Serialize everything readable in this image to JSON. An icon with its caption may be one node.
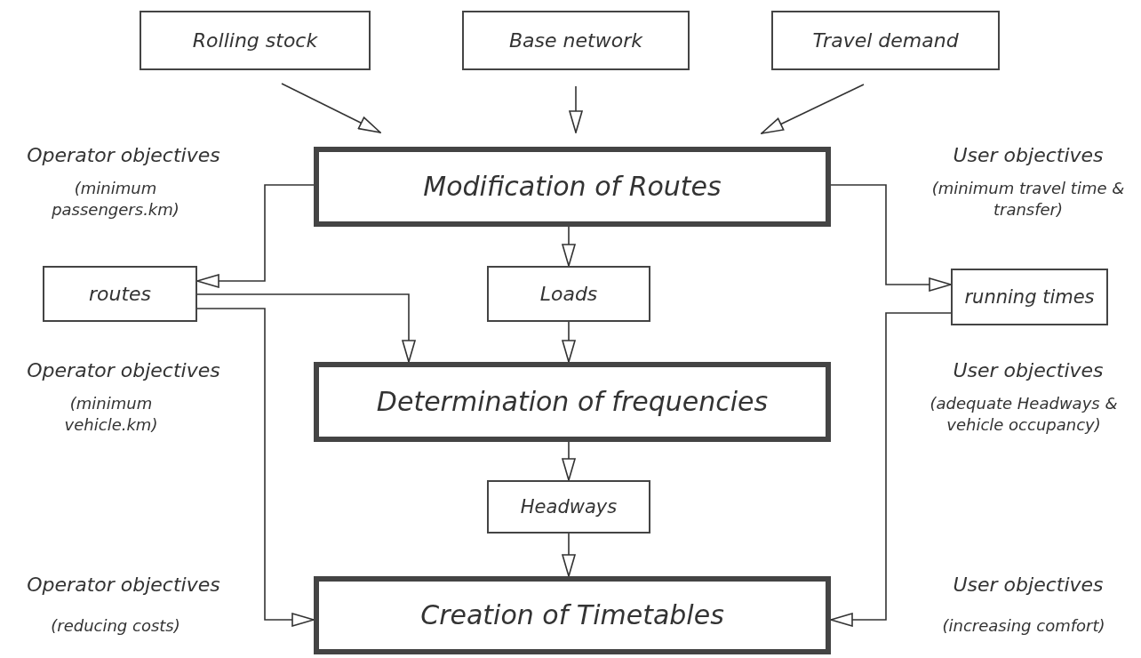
{
  "diagram": {
    "nodes": [
      {
        "text": [
          "Rolling stock"
        ]
      },
      {
        "text": [
          "Base network"
        ]
      },
      {
        "text": [
          "Travel demand"
        ]
      },
      {
        "text": [
          "Modification of Routes"
        ]
      },
      {
        "text": [
          "routes"
        ]
      },
      {
        "text": [
          "Loads"
        ]
      },
      {
        "text": [
          "running times"
        ]
      },
      {
        "text": [
          "Determination of frequencies"
        ]
      },
      {
        "text": [
          "Headways"
        ]
      },
      {
        "text": [
          "Creation of Timetables"
        ]
      }
    ],
    "edges": [
      {
        "from": 0,
        "to": 3,
        "arrow": "to"
      },
      {
        "from": 1,
        "to": 3,
        "arrow": "to"
      },
      {
        "from": 2,
        "to": 3,
        "arrow": "to"
      },
      {
        "from": 3,
        "to": 4,
        "arrow": "to"
      },
      {
        "from": 3,
        "to": 5,
        "arrow": "to"
      },
      {
        "from": 3,
        "to": 6,
        "arrow": "to"
      },
      {
        "from": 5,
        "to": 7,
        "arrow": "to"
      },
      {
        "from": 4,
        "to": 7,
        "arrow": "to"
      },
      {
        "from": 4,
        "to": 9,
        "arrow": "to"
      },
      {
        "from": 7,
        "to": 8,
        "arrow": "to"
      },
      {
        "from": 8,
        "to": 9,
        "arrow": "to"
      },
      {
        "from": 6,
        "to": 9,
        "arrow": "to"
      }
    ],
    "labels": [
      "Operator objectives",
      "User objectives",
      "(minimum passengers.km)",
      "(minimum travel time & transfer)",
      "Operator objectives",
      "User objectives",
      "(minimum vehicle.km)",
      "(adequate Headways & vehicle occupancy)",
      "Operator objectives",
      "User objectives",
      "(reducing costs)",
      "(increasing comfort)"
    ]
  }
}
